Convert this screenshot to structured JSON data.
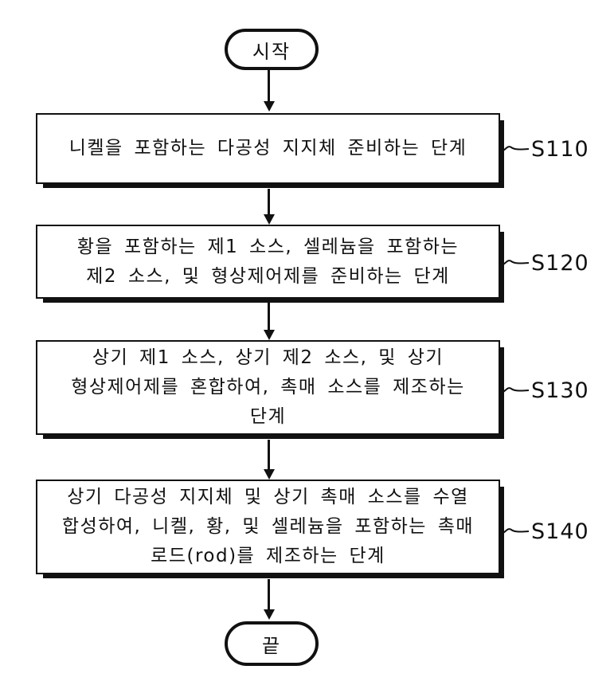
{
  "figure": {
    "type": "flowchart",
    "start_label": "시작",
    "end_label": "끝",
    "steps": [
      {
        "id": "S110",
        "lines": [
          "니켈을 포함하는 다공성 지지체 준비하는 단계"
        ]
      },
      {
        "id": "S120",
        "lines": [
          "황을 포함하는 제1 소스, 셀레늄을 포함하는",
          "제2 소스, 및 형상제어제를 준비하는 단계"
        ]
      },
      {
        "id": "S130",
        "lines": [
          "상기 제1 소스, 상기 제2 소스, 및 상기",
          "형상제어제를 혼합하여, 촉매 소스를 제조하는",
          "단계"
        ]
      },
      {
        "id": "S140",
        "lines": [
          "상기 다공성 지지체 및 상기 촉매 소스를 수열",
          "합성하여, 니켈, 황, 및 셀레늄을 포함하는 촉매",
          "로드(rod)를 제조하는 단계"
        ]
      }
    ],
    "colors": {
      "ink": "#111111",
      "background": "#ffffff"
    }
  }
}
